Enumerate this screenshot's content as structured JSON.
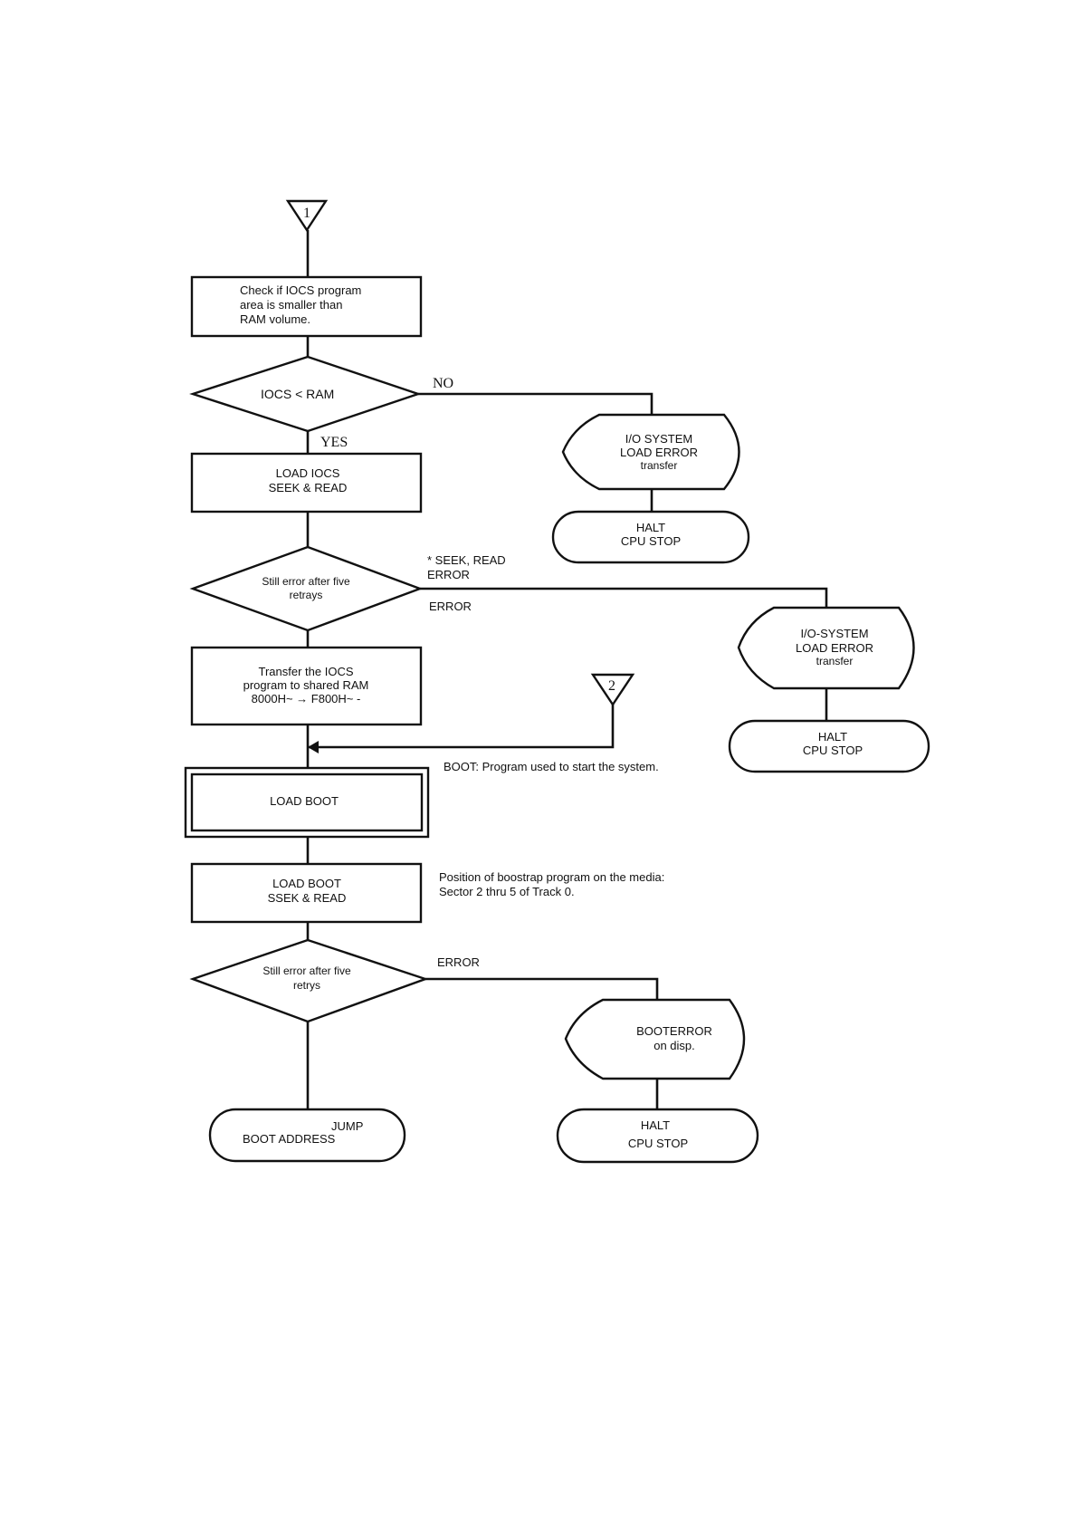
{
  "connectors": {
    "c1": "1",
    "c2": "2"
  },
  "check_box": {
    "line1": "Check if IOCS program",
    "line2": "area is smaller than",
    "line3": "RAM volume."
  },
  "decision_iocs": {
    "label": "IOCS < RAM",
    "no": "NO",
    "yes": "YES"
  },
  "io_error_1": {
    "line1": "I/O SYSTEM",
    "line2": "LOAD ERROR",
    "line3": "transfer"
  },
  "halt_1": {
    "line1": "HALT",
    "line2": "CPU STOP"
  },
  "load_iocs": {
    "line1": "LOAD IOCS",
    "line2": "SEEK & READ"
  },
  "decision_retry_1": {
    "line1": "Still error after five",
    "line2": "retrays",
    "note1": "* SEEK, READ",
    "note2": "ERROR",
    "error": "ERROR"
  },
  "io_error_2": {
    "line1": "I/O-SYSTEM",
    "line2": "LOAD ERROR",
    "line3": "transfer"
  },
  "halt_2": {
    "line1": "HALT",
    "line2": "CPU STOP"
  },
  "transfer_box": {
    "line1": "Transfer the IOCS",
    "line2": "program to shared RAM",
    "line3": "8000H~ → F800H~ -"
  },
  "boot_note": "BOOT: Program used to start the system.",
  "load_boot": {
    "label": "LOAD BOOT"
  },
  "load_boot_seek": {
    "line1": "LOAD BOOT",
    "line2": "SSEK & READ"
  },
  "position_note": {
    "line1": "Position of boostrap program on the media:",
    "line2": "Sector 2 thru 5 of Track 0."
  },
  "decision_retry_2": {
    "line1": "Still error after five",
    "line2": "retrys",
    "error": "ERROR"
  },
  "boot_error": {
    "line1": "BOOTERROR",
    "line2": "on disp."
  },
  "jump": {
    "line1": "JUMP",
    "line2": "BOOT ADDRESS"
  },
  "halt_3": {
    "line1": "HALT",
    "line2": "CPU STOP"
  }
}
